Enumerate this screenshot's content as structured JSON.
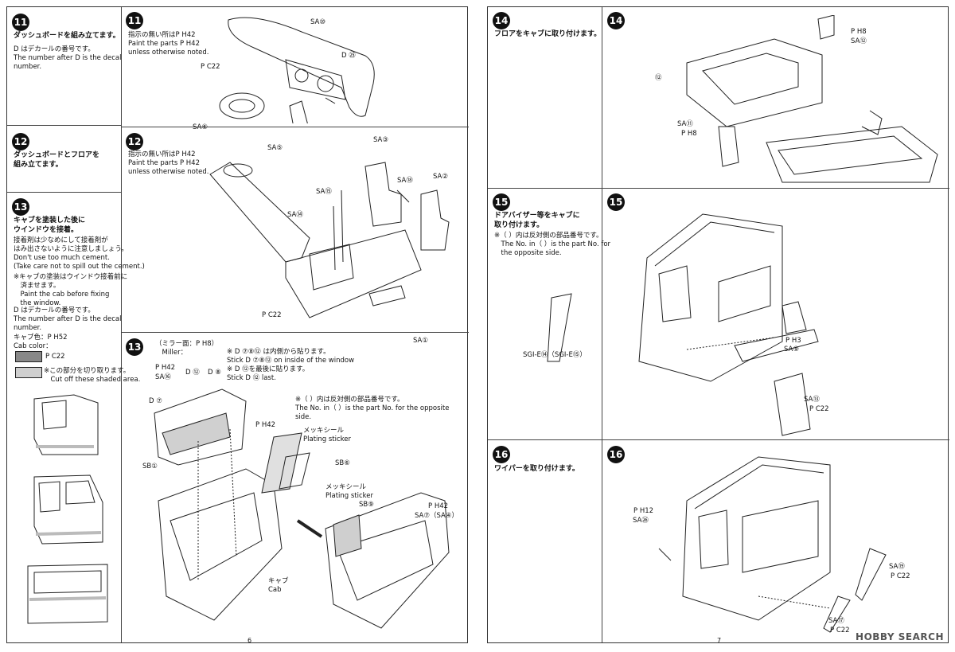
{
  "left_page": {
    "page_number": "6",
    "sidebar": {
      "step11": {
        "num": "11",
        "title": "ダッシュボードを組み立てます。",
        "note": "D はデカールの番号です。\nThe number after D is the decal\nnumber."
      },
      "step12": {
        "num": "12",
        "title": "ダッシュボードとフロアを\n組み立てます。"
      },
      "step13": {
        "num": "13",
        "title": "キャブを塗装した後に\nウインドウを接着。",
        "note1": "接着剤は少なめにして接着剤が\nはみ出さないように注意しましょう。\nDon't use too much cement.\n(Take care not to spill out the cement.)",
        "note2": "※キャブの塗装はウインドウ接着前に\n　済ませます。\n　Paint the cab before fixing\n　the window.",
        "note3": "D はデカールの番号です。\nThe number after D is the decal\nnumber.",
        "cab_color": "キャブ色：P H52\nCab color：",
        "swatch1_label": "P C22",
        "cutoff": "※この部分を切り取ります。\n　Cut off these shaded area."
      }
    },
    "diagram11": {
      "num": "11",
      "note": "指示の無い所はP H42\nPaint the parts P H42\nunless otherwise noted.",
      "labels": [
        "SA⑩",
        "D ㉕",
        "P C22",
        "SA⑥",
        "SA⑤"
      ]
    },
    "diagram12": {
      "num": "12",
      "note": "指示の無い所はP H42\nPaint the parts P H42\nunless otherwise noted.",
      "labels": [
        "SA③",
        "SA⑱",
        "SA②",
        "SA⑮",
        "SA⑭",
        "P C22",
        "SA①"
      ]
    },
    "diagram13": {
      "num": "13",
      "mirror": "（ミラー面：P H8）\n　Miller：",
      "stick_note": "※ D ⑦⑧⑫ は内側から貼ります。\nStick D ⑦⑧⑫ on inside of the window\n※ D ⑫を最後に貼ります。\nStick D ⑫ last.",
      "opposite_note": "※（ ）内は反対側の部品番号です。\nThe No. in（ ）is the part No. for the opposite side.",
      "labels": [
        "P H42",
        "SA⑯",
        "D ⑫",
        "D ⑧",
        "D ⑦",
        "P H42",
        "SB①",
        "メッキシール\nPlating sticker",
        "SB⑥",
        "キャブ\nCab",
        "メッキシール\nPlating sticker",
        "SB⑨",
        "P H42",
        "SA⑦（SA④）"
      ]
    }
  },
  "right_page": {
    "page_number": "7",
    "sidebar": {
      "step14": {
        "num": "14",
        "title": "フロアをキャブに取り付けます。"
      },
      "step15": {
        "num": "15",
        "title": "ドアバイザー等をキャブに\n取り付けます。",
        "note": "※（ ）内は反対側の部品番号です。\n　The No. in（ ）is the part No. for\n　the opposite side."
      },
      "step16": {
        "num": "16",
        "title": "ワイパーを取り付けます。"
      }
    },
    "diagram14": {
      "num": "14",
      "labels": [
        "P H8",
        "SA⑫",
        "⑫",
        "SA⑪",
        "P H8"
      ]
    },
    "diagram15": {
      "num": "15",
      "labels": [
        "SGI-E⑭（SGI-E⑮）",
        "P H3",
        "SA⑨",
        "SA⑬",
        "P C22"
      ]
    },
    "diagram16": {
      "num": "16",
      "labels": [
        "P H12",
        "SA㉖",
        "SA⑲",
        "P C22",
        "SA⑰",
        "P C22"
      ]
    }
  },
  "watermark": "HOBBY SEARCH"
}
